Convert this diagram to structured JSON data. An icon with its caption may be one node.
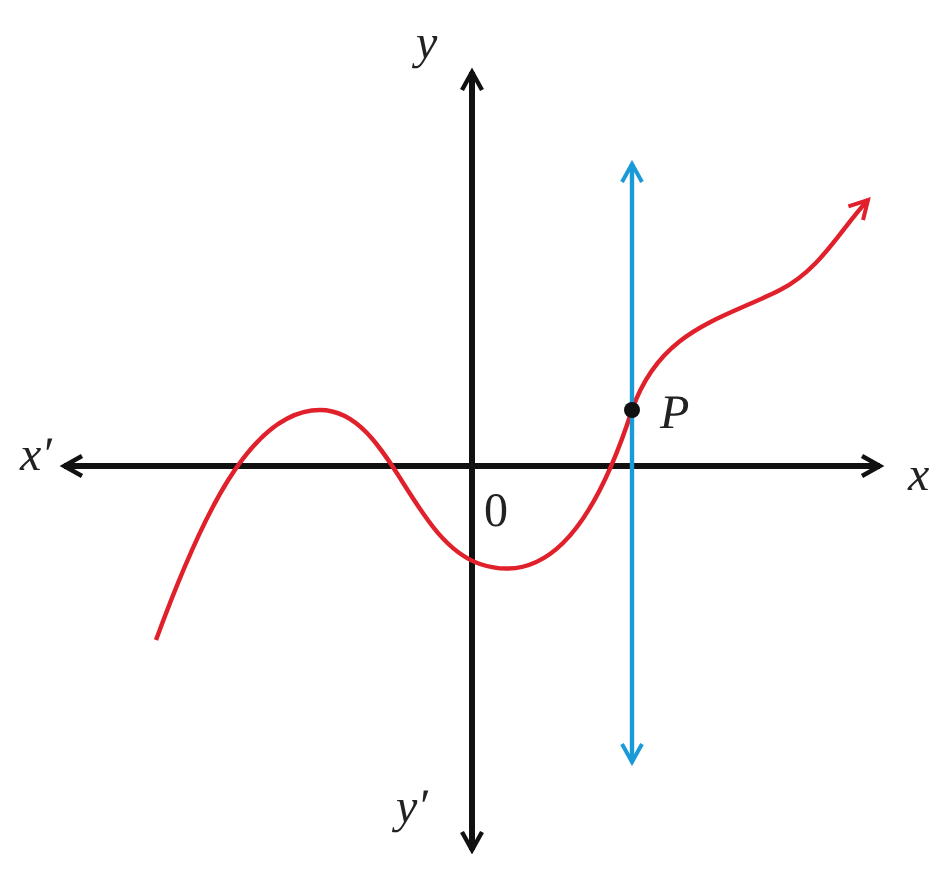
{
  "diagram": {
    "labels": [
      "y",
      "x′",
      "x",
      "0",
      "P",
      "y′"
    ]
  }
}
